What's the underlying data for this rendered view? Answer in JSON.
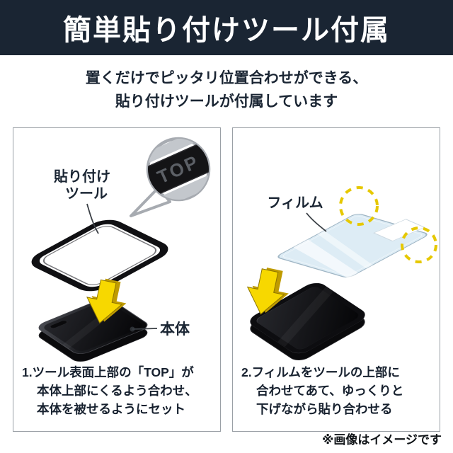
{
  "header": {
    "title": "簡単貼り付けツール付属",
    "subtitle_line1": "置くだけでピッタリ位置合わせができる、",
    "subtitle_line2": "貼り付けツールが付属しています"
  },
  "panels": [
    {
      "labels": {
        "tool_line1": "貼り付け",
        "tool_line2": "ツール",
        "top_badge": "TOP",
        "body": "本体"
      },
      "caption": {
        "prefix": "1.",
        "line1": "ツール表面上部の「TOP」が",
        "line2": "本体上部にくるよう合わせ、",
        "line3": "本体を被せるようにセット"
      }
    },
    {
      "labels": {
        "film": "フィルム"
      },
      "caption": {
        "prefix": "2.",
        "line1": "フィルムをツールの上部に",
        "line2": "合わせてあて、ゆっくりと",
        "line3": "下げながら貼り合わせる"
      }
    }
  ],
  "footer": {
    "note": "※画像はイメージです"
  },
  "colors": {
    "banner_bg": "#1a2533",
    "text_navy": "#1a2533",
    "accent_yellow": "#f7d800",
    "accent_yellow_dark": "#bf9b00",
    "panel_border": "#9aa0a6",
    "dashed_circle_yellow": "#e6c800"
  }
}
